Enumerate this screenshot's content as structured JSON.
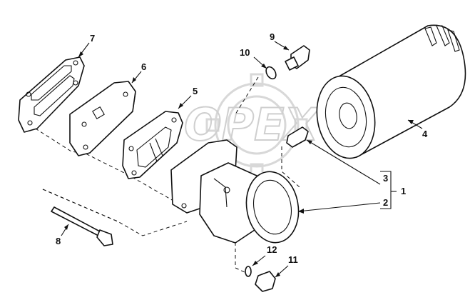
{
  "watermark": "OPEX",
  "callouts": [
    {
      "id": "7",
      "label": "7"
    },
    {
      "id": "6",
      "label": "6"
    },
    {
      "id": "5",
      "label": "5"
    },
    {
      "id": "9",
      "label": "9"
    },
    {
      "id": "10",
      "label": "10"
    },
    {
      "id": "4",
      "label": "4"
    },
    {
      "id": "3",
      "label": "3"
    },
    {
      "id": "2",
      "label": "2"
    },
    {
      "id": "1",
      "label": "1"
    },
    {
      "id": "8",
      "label": "8"
    },
    {
      "id": "12",
      "label": "12"
    },
    {
      "id": "11",
      "label": "11"
    }
  ],
  "colors": {
    "line": "#111111",
    "watermark": "#cfcfcf",
    "background": "#ffffff"
  }
}
